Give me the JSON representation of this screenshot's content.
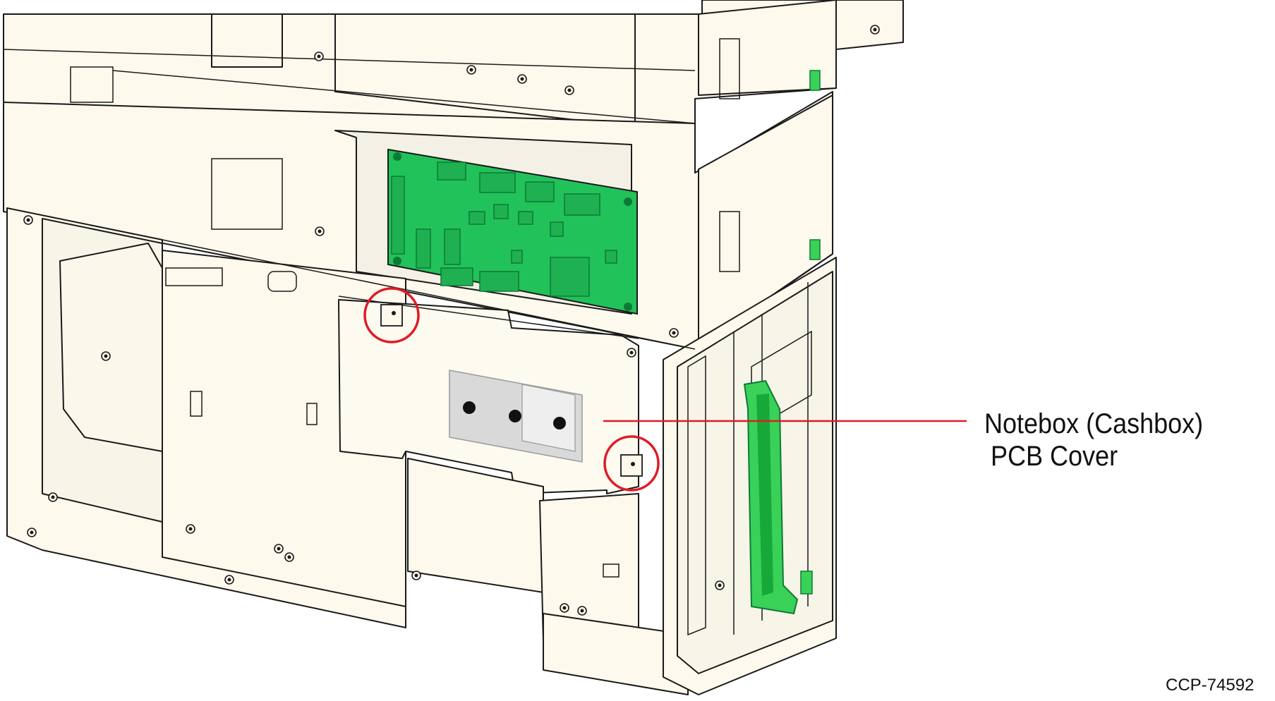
{
  "callout": {
    "line1": "Notebox (Cashbox)",
    "line2": "PCB Cover"
  },
  "reference_code": "CCP-74592",
  "colors": {
    "body": "#fdf9ec",
    "outline": "#1a1a1a",
    "pcb": "#22c25a",
    "pcb_dark": "#0c7a35",
    "callout_red": "#e01b24",
    "label_gray": "#d9d9d9"
  },
  "icons": [
    "screw-icon",
    "pcb-board",
    "highlight-circle"
  ]
}
